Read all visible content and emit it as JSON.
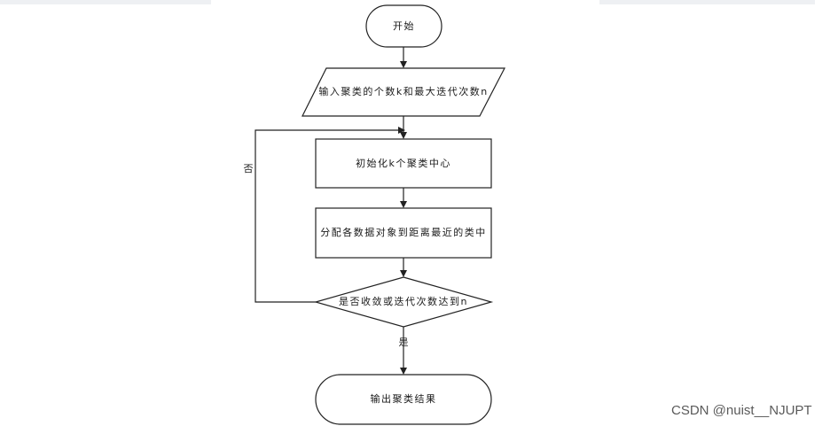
{
  "flowchart": {
    "start": "开始",
    "input": "输入聚类的个数k和最大迭代次数n",
    "init": "初始化k个聚类中心",
    "assign": "分配各数据对象到距离最近的类中",
    "decision": "是否收敛或迭代次数达到n",
    "output": "输出聚类结果",
    "label_no": "否",
    "label_yes": "是"
  },
  "watermark": "CSDN @nuist__NJUPT"
}
